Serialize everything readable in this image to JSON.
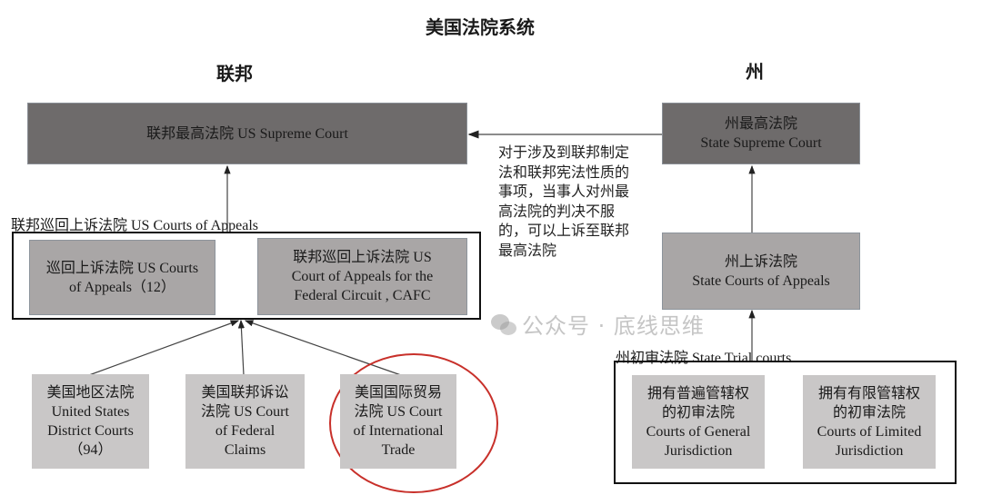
{
  "title": "美国法院系统",
  "federal": {
    "heading": "联邦",
    "supreme_court": "联邦最高法院 US Supreme Court",
    "appeals_group_label": "联邦巡回上诉法院 US Courts of Appeals",
    "appeals_courts": [
      {
        "lines": [
          "巡回上诉法院 US Courts",
          "of Appeals（12）"
        ]
      },
      {
        "lines": [
          "联邦巡回上诉法院 US",
          "Court of Appeals for the",
          "Federal Circuit , CAFC"
        ]
      }
    ],
    "trial_courts": [
      {
        "lines": [
          "美国地区法院",
          "United States",
          "District Courts",
          "（94）"
        ]
      },
      {
        "lines": [
          "美国联邦诉讼",
          "法院 US Court",
          "of Federal",
          "Claims"
        ]
      },
      {
        "lines": [
          "美国国际贸易",
          "法院 US Court",
          "of International",
          "Trade"
        ],
        "highlighted": true
      }
    ]
  },
  "state": {
    "heading": "州",
    "supreme_court": [
      "州最高法院",
      "State Supreme Court"
    ],
    "appeals_court": [
      "州上诉法院",
      "State Courts of Appeals"
    ],
    "trial_group_label": "州初审法院 State Trial courts",
    "trial_courts": [
      {
        "lines": [
          "拥有普遍管辖权",
          "的初审法院",
          "Courts of General",
          "Jurisdiction"
        ]
      },
      {
        "lines": [
          "拥有有限管辖权",
          "的初审法院",
          "Courts of Limited",
          "Jurisdiction"
        ]
      }
    ]
  },
  "note": "对于涉及到联邦制定法和联邦宪法性质的事项，当事人对州最高法院的判决不服的，可以上诉至联邦最高法院",
  "watermark": "公众号 · 底线思维",
  "colors": {
    "highlight_circle": "#c8302a",
    "dark_box": "#6e6b6b",
    "mid_box": "#a9a6a6",
    "light_box": "#c9c7c7"
  }
}
